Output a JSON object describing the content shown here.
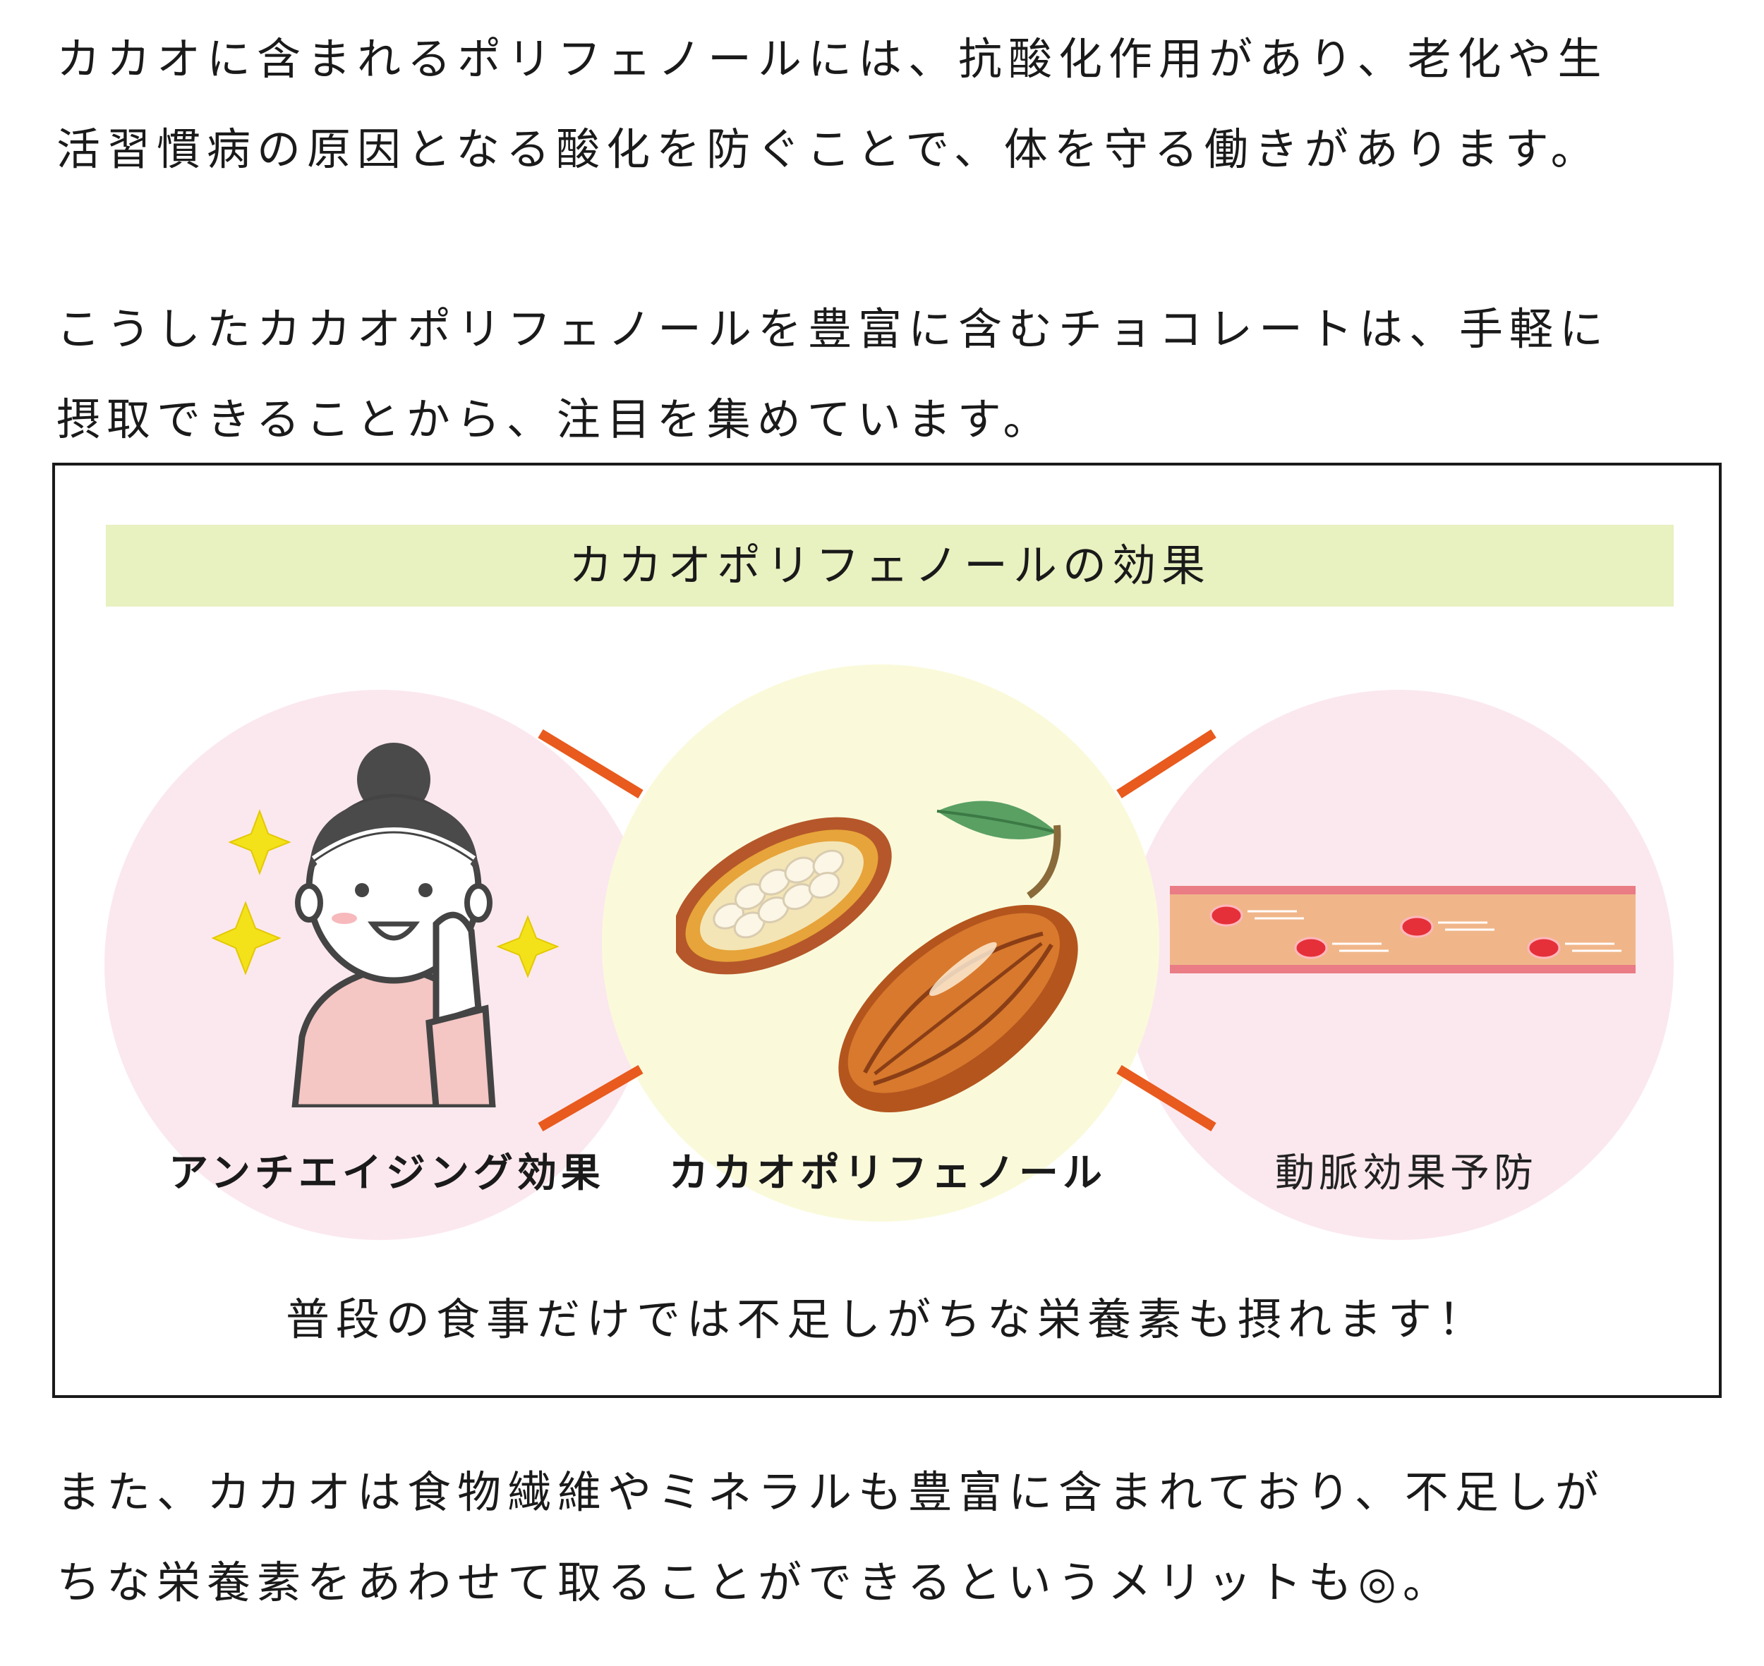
{
  "paragraph1": {
    "line1": "カカオに含まれるポリフェノールには、抗酸化作用があり、老化や生",
    "line2": "活習慣病の原因となる酸化を防ぐことで、体を守る働きがあります。"
  },
  "paragraph2": {
    "line1": "こうしたカカオポリフェノールを豊富に含むチョコレートは、手軽に",
    "line2": "摂取できることから、注目を集めています。"
  },
  "infographic": {
    "title": "カカオポリフェノールの効果",
    "left_label": "アンチエイジング効果",
    "center_label": "カカオポリフェノール",
    "right_label": "動脈効果予防",
    "note": "普段の食事だけでは不足しがちな栄養素も摂れます！",
    "icons": [
      "woman-smiling-icon",
      "cacao-pod-icon",
      "blood-vessel-icon"
    ],
    "colors": {
      "banner": "#e8f1c0",
      "side_circles": "#fbe8ee",
      "center_circle": "#fafadb",
      "connector": "#e85a1e"
    }
  },
  "paragraph3": {
    "line1": "また、カカオは食物繊維やミネラルも豊富に含まれており、不足しが",
    "line2": "ちな栄養素をあわせて取ることができるというメリットも◎。"
  }
}
